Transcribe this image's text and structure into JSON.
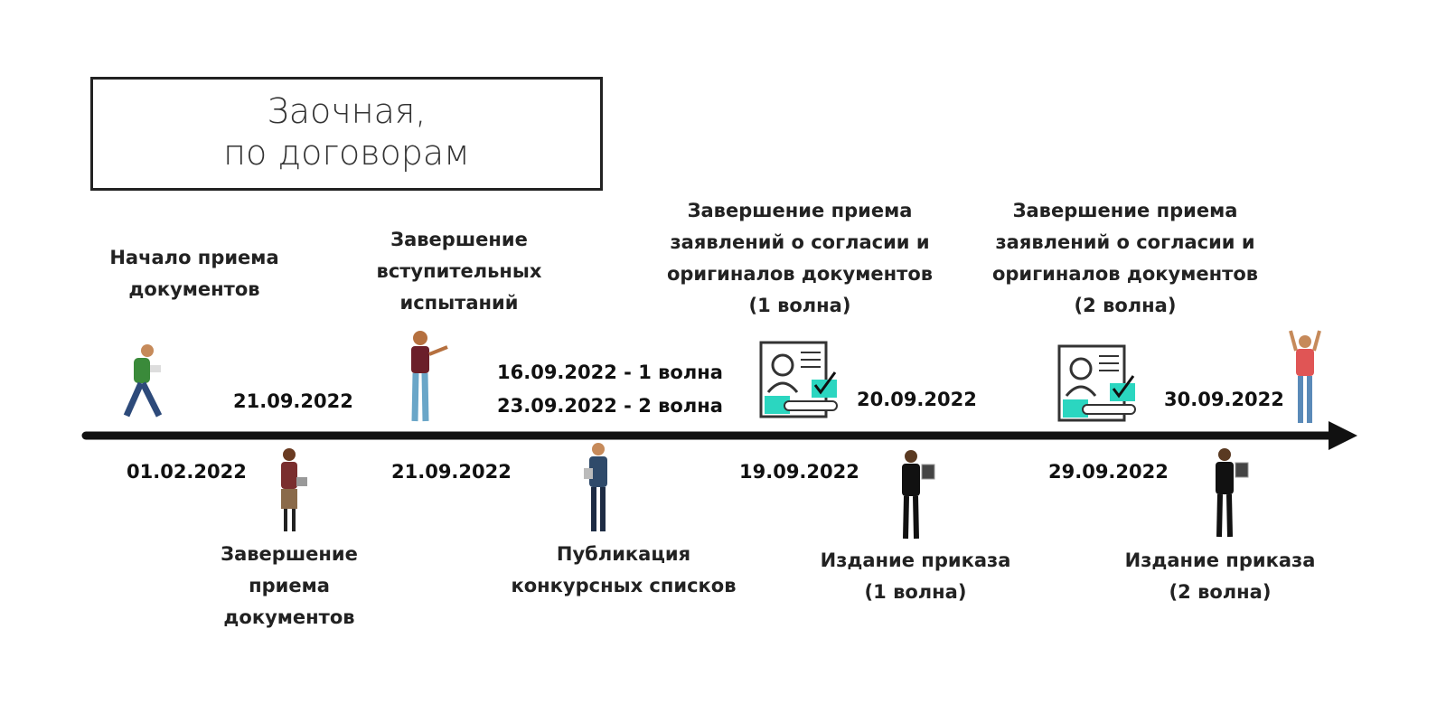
{
  "title": {
    "line1": "Заочная,",
    "line2": "по договорам"
  },
  "events": [
    {
      "lines": [
        "Начало приема",
        "документов"
      ],
      "date": "01.02.2022"
    },
    {
      "lines": [
        "Завершение",
        "приема",
        "документов"
      ],
      "date": "21.09.2022"
    },
    {
      "lines": [
        "Завершение",
        "вступительных",
        "испытаний"
      ],
      "date": "21.09.2022"
    },
    {
      "lines": [
        "Публикация",
        "конкурсных списков"
      ],
      "dates": [
        "16.09.2022 - 1 волна",
        "23.09.2022 - 2 волна"
      ]
    },
    {
      "lines": [
        "Завершение приема",
        "заявлений о согласии и",
        "оригиналов документов",
        "(1 волна)"
      ],
      "date": "19.09.2022"
    },
    {
      "lines": [
        "Издание приказа",
        "(1 волна)"
      ],
      "date": "20.09.2022"
    },
    {
      "lines": [
        "Завершение приема",
        "заявлений о согласии и",
        "оригиналов документов",
        "(2 волна)"
      ],
      "date": "29.09.2022"
    },
    {
      "lines": [
        "Издание приказа",
        "(2 волна)"
      ],
      "date": "30.09.2022"
    }
  ],
  "colors": {
    "accent": "#2bd6c0",
    "line": "#111111"
  }
}
